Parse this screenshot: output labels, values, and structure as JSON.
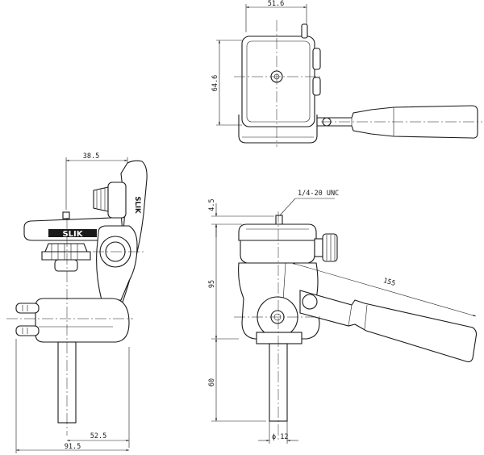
{
  "brand": {
    "logo_text": "SLIK",
    "logo_side_text": "SLIK"
  },
  "dimensions": {
    "top_width": "51.6",
    "top_depth": "64.6",
    "side_offset": "38.5",
    "side_base": "52.5",
    "side_total": "91.5",
    "plate_height": "4.5",
    "thread_spec": "1/4-20 UNC",
    "body_height": "95",
    "handle_length": "155",
    "column_length": "60",
    "column_diameter": "ϕ 12"
  }
}
